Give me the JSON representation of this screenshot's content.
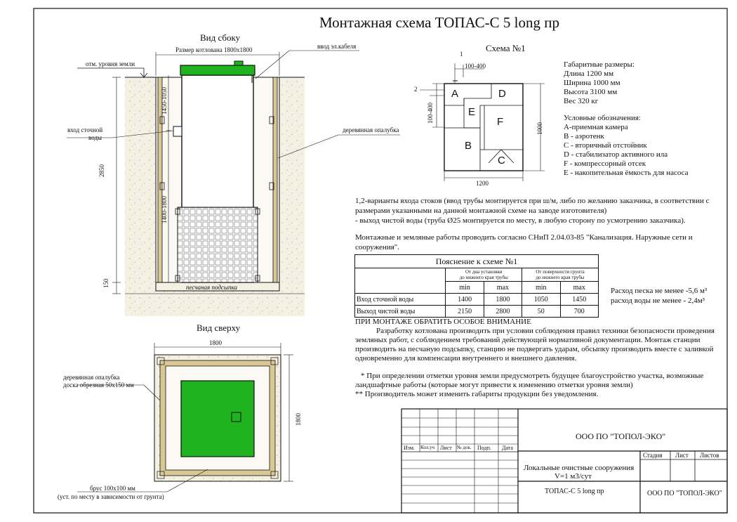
{
  "title": "Монтажная схема ТОПАС-С 5 long пр",
  "side_view": {
    "title": "Вид сбоку",
    "pit_size": "Размер котлована 1800х1800",
    "cable_entry": "ввод эл.кабеля",
    "ground_level": "отм. уровня земли",
    "sewage_inlet_line1": "вход сточной",
    "sewage_inlet_line2": "воды",
    "formwork": "деревянная опалубка",
    "sand_bed": "песчаная подсыпка",
    "dim_2850": "2850",
    "dim_1450_1050": "1450-1050",
    "dim_1400_1800": "1400-1800",
    "dim_150": "150"
  },
  "top_view": {
    "title": "Вид сверху",
    "dim_width": "1800",
    "dim_height": "1800",
    "formwork_line1": "деревянная опалубка",
    "formwork_line2": "доска обрезная 50х150 мм",
    "beam_line1": "брус 100х100 мм",
    "beam_line2": "(уст. по месту в зависимости от грунта)"
  },
  "scheme": {
    "title": "Схема №1",
    "mark1": "1",
    "mark2": "2",
    "dim_100_400_top": "100-400",
    "dim_100_400_left": "100-400",
    "dim_1000": "1000",
    "dim_1200": "1200",
    "labels": {
      "A": "A",
      "B": "B",
      "C": "C",
      "D": "D",
      "E": "E",
      "F": "F"
    }
  },
  "dimensions": {
    "heading": "Габаритные размеры:",
    "length": "Длина 1200 мм",
    "width": "Ширина 1000 мм",
    "height": "Высота 3100 мм",
    "weight": "Вес 320 кг"
  },
  "legend": {
    "heading": "Условные обозначения:",
    "A": "А-приемная  камера",
    "B": "В - аэротенк",
    "C": "С - вторичный отстойник",
    "D": "D - стабилизатор активного  ила",
    "F": "F  - компрессорный отсек",
    "E": "Е - накопительная ёмкость для насоса"
  },
  "notes": {
    "n1_line1": "1,2-варианты входа  стоков (ввод трубы монтируется при ш/м, либо по желанию заказчика, в соответствии с",
    "n1_line2": "размерами указанными на данной монтажной схеме на заводе изготовителя)",
    "n1_line3": "- выход чистой воды (труба Ø25 монтируется по месту, в любую сторону по усмотрению заказчика).",
    "n2_line1": "Монтажные и земляные работы проводить согласно СНиП 2.04.03-85 \"Канализация. Наружные сети и",
    "n2_line2": "сооружения\"."
  },
  "table": {
    "caption": "Пояснение к схеме №1",
    "col1_line1": "От дна установки",
    "col1_line2": "до нижнего края трубы",
    "col2_line1": "От поверхности грунта",
    "col2_line2": "до нижнего края трубы",
    "min": "min",
    "max": "max",
    "rows": [
      {
        "label": "Вход сточной воды",
        "v1": "1400",
        "v2": "1800",
        "v3": "1050",
        "v4": "1450"
      },
      {
        "label": "Выход чистой воды",
        "v1": "2150",
        "v2": "2800",
        "v3": "50",
        "v4": "700"
      }
    ]
  },
  "consumption": {
    "sand": "Расход песка не менее -5,6 м³",
    "water": "расход воды не менее - 2,4м³"
  },
  "attention": {
    "heading": "ПРИ МОНТАЖЕ ОБРАТИТЬ ОСОБОЕ ВНИМАНИЕ",
    "l1": "Разработку котлована производить при условии соблюдения правил техники безопасности проведения",
    "l2": "земляных работ, с соблюдением требований действующей нормативной документации. Монтаж станции",
    "l3": "производить на песчаную подсыпку, станцию не подвергать ударам, обсыпку производить вместе с заливкой",
    "l4": "одновременно для компенсации внутреннего и внешнего давления.",
    "l5": "* При определении отметки уровня земли предусмотреть будущее благоустройство участка, возможные",
    "l6": "ландшафтные работы (которые могут привести к изменению отметки уровня земли)",
    "l7": "** Производитель может изменить габариты продукции без уведомления."
  },
  "title_block": {
    "company": "ООО ПО \"ТОПОЛ-ЭКО\"",
    "col_izm": "Изм.",
    "col_kol": "Кол.уч",
    "col_list": "Лист",
    "col_ndok": "№ док.",
    "col_podp": "Подп.",
    "col_data": "Дата",
    "stage": "Стадия",
    "sheet": "Лист",
    "sheets": "Листов",
    "desc_line1": "Локальные очистные сооружения",
    "desc_line2": "V=1 м3/сут",
    "product": "ТОПАС-С 5 long пр",
    "company2": "ООО ПО \"ТОПОЛ-ЭКО\""
  },
  "colors": {
    "lid_green": "#1fb31f",
    "sand_fill": "#f4f0e4",
    "wood": "#d9c894",
    "line": "#111111"
  }
}
